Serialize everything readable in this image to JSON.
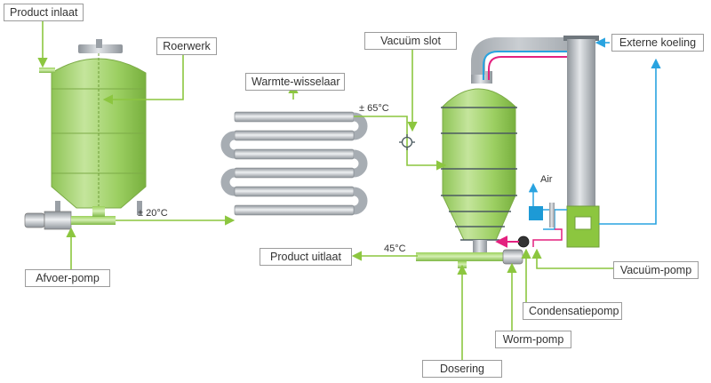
{
  "labels": {
    "product_inlaat": "Product inlaat",
    "roerwerk": "Roerwerk",
    "warmte_wisselaar": "Warmte-wisselaar",
    "vacuum_slot": "Vacuüm slot",
    "externe_koeling": "Externe koeling",
    "afvoer_pomp": "Afvoer-pomp",
    "product_uitlaat": "Product uitlaat",
    "vacuum_pomp": "Vacuüm-pomp",
    "condensatiepomp": "Condensatiepomp",
    "worm_pomp": "Worm-pomp",
    "dosering": "Dosering"
  },
  "annotations": {
    "temp_inlet": "± 20°C",
    "temp_exchanger": "± 65°C",
    "temp_outlet": "45°C",
    "air": "Air"
  },
  "colors": {
    "green": "#8cc63f",
    "vessel_green": "#a6d56b",
    "blue": "#29a3e0",
    "pink": "#e4217f",
    "steel": "#b9bec3",
    "border": "#9c9c9c"
  }
}
